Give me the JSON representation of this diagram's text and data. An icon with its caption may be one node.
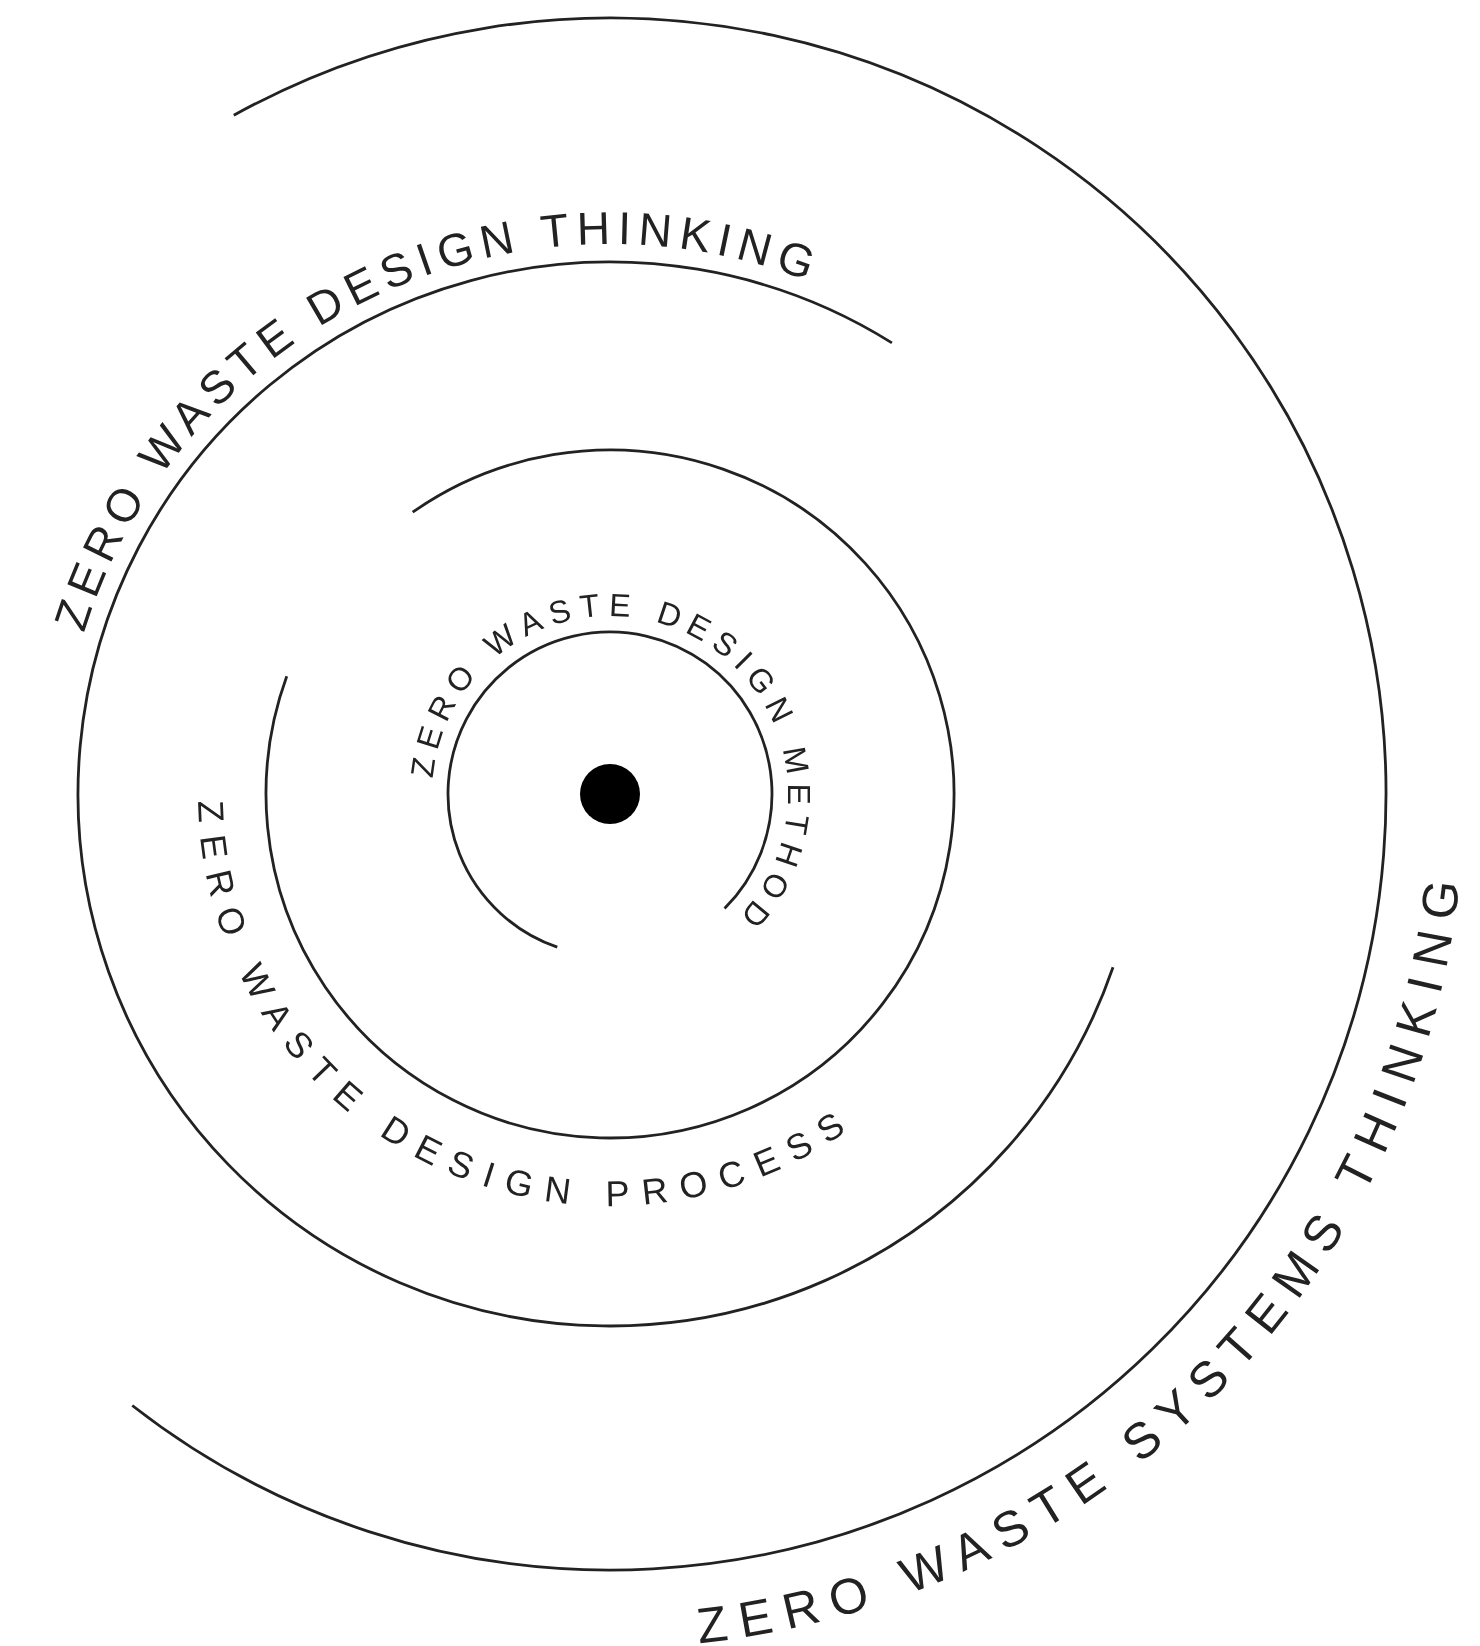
{
  "diagram": {
    "labels": [
      "ZERO WASTE DESIGN THINKING",
      "ZERO WASTE DESIGN METHOD",
      "ZERO WASTE DESIGN PROCESS",
      "ZERO WASTE SYSTEMS THINKING"
    ]
  }
}
